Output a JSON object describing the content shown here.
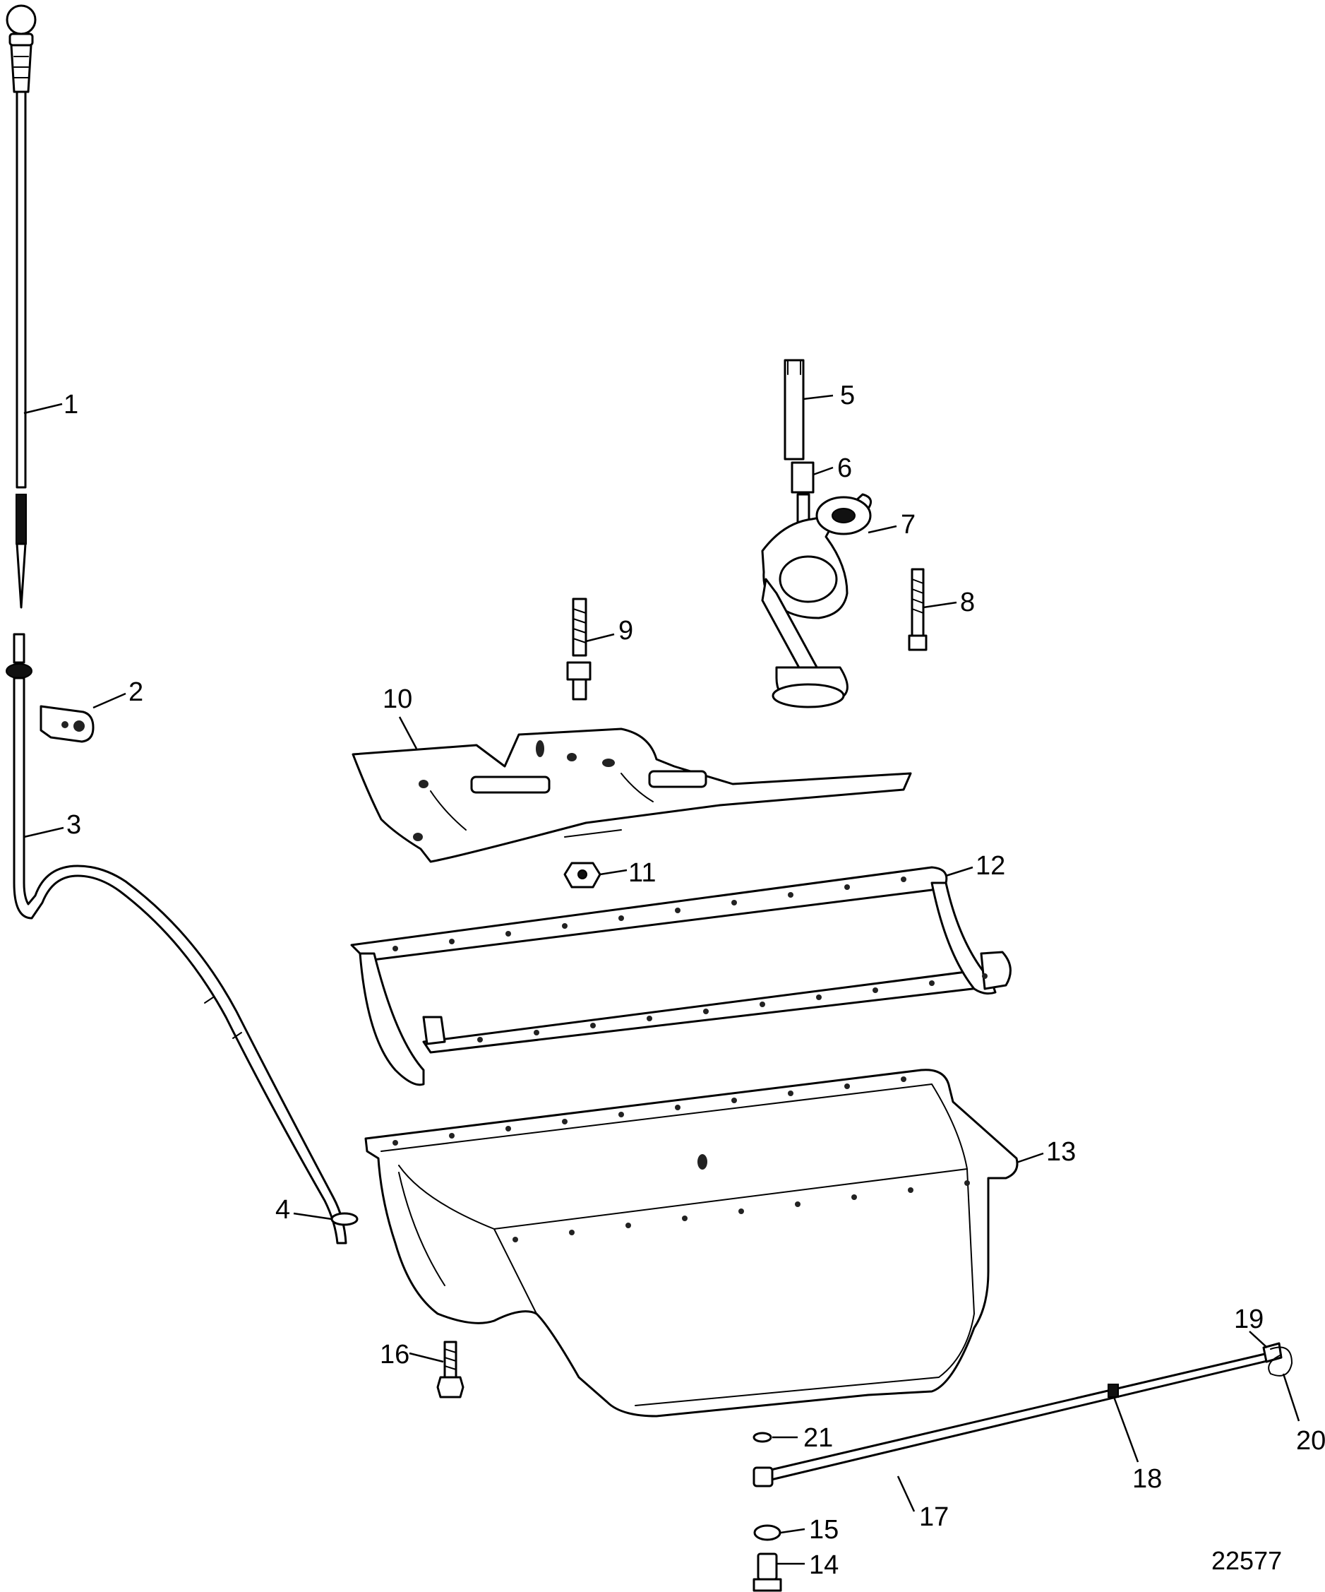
{
  "diagram": {
    "figure_number": "22577",
    "callouts": [
      "1",
      "2",
      "3",
      "4",
      "5",
      "6",
      "7",
      "8",
      "9",
      "10",
      "11",
      "12",
      "13",
      "14",
      "15",
      "16",
      "17",
      "18",
      "19",
      "20",
      "21"
    ]
  },
  "style": {
    "line_color": "#000000",
    "background": "#ffffff"
  }
}
